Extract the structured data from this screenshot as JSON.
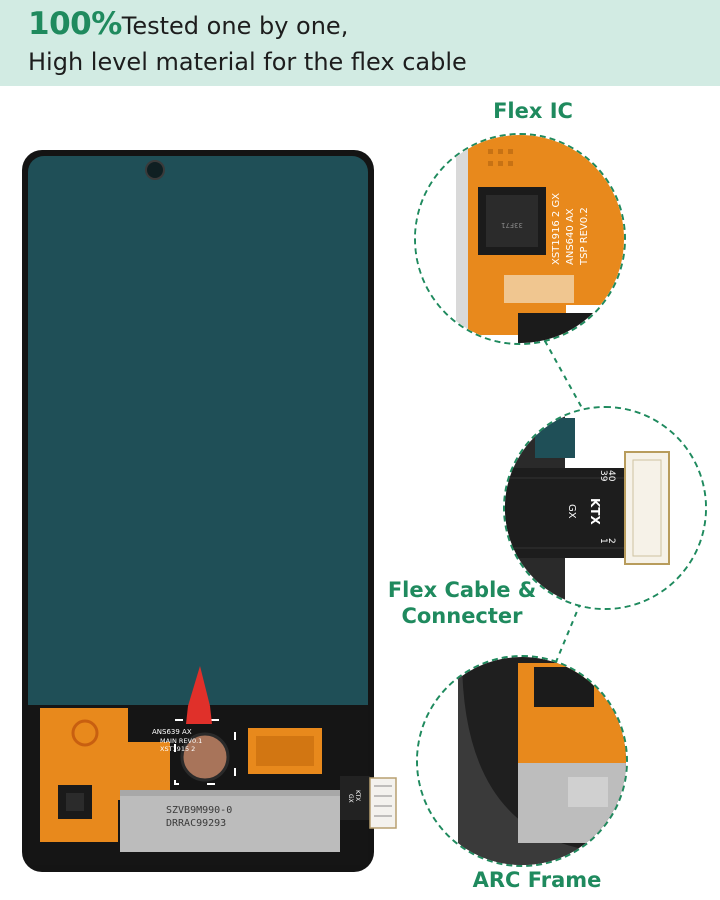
{
  "banner": {
    "headline_accent": "100%",
    "headline_rest": "Tested one by one,",
    "subline": "High level material for the flex cable"
  },
  "callouts": {
    "flex_ic": "Flex IC",
    "flex_cable_line1": "Flex Cable &",
    "flex_cable_line2": "Connecter",
    "arc_frame": "ARC Frame"
  },
  "board": {
    "ans_line1": "ANS639 AX",
    "ans_line2": "MAIN REV0.1",
    "ans_line3": "XST1915 2",
    "serial_line1": "SZVB9M990-0",
    "serial_line2": "DRRAC99293",
    "ktx_label": "KTX",
    "gx_label": "GX"
  },
  "zoom_ic": {
    "chip_text": "33F71",
    "part_line1": "XST1916 2 GX",
    "part_line2": "ANS640 AX",
    "part_line3": "TSP REV0.2"
  },
  "zoom_cable": {
    "ktx": "KTX",
    "gx": "GX",
    "pin_40": "40",
    "pin_39": "39",
    "pin_2": "2",
    "pin_1": "1"
  },
  "colors": {
    "banner_bg": "#d2ebe3",
    "accent_green": "#1f8a5e",
    "screen_teal": "#1f4f57",
    "flex_orange": "#e8891c"
  }
}
